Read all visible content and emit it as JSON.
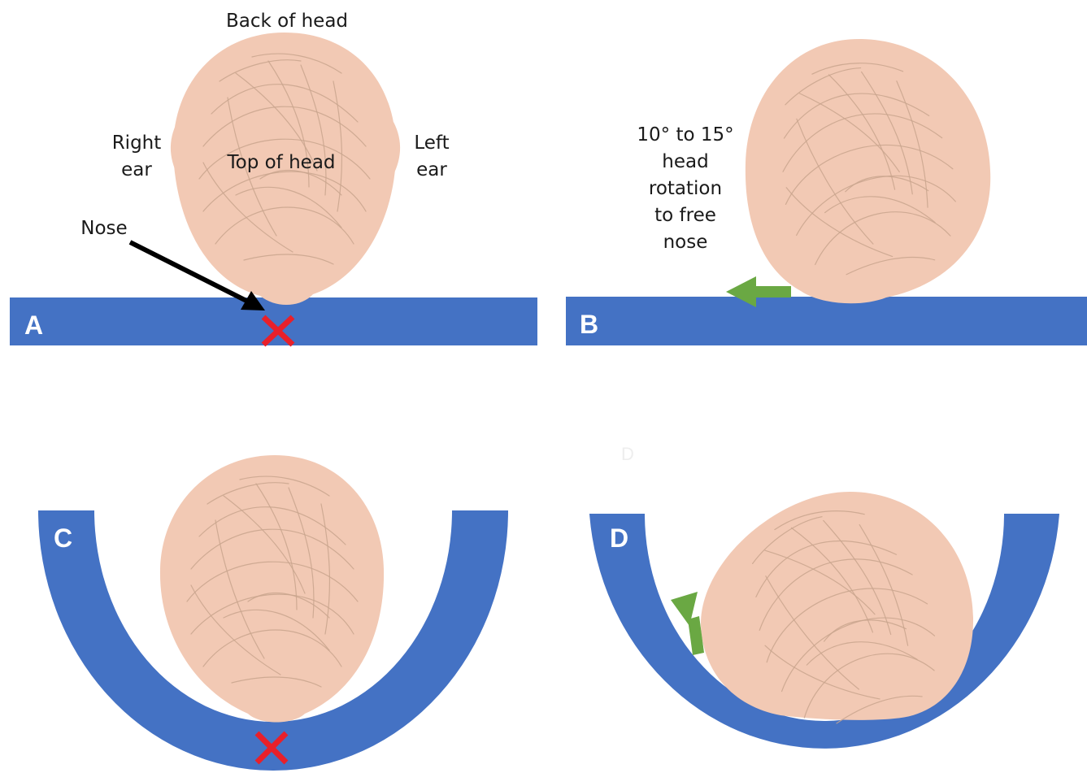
{
  "panels": [
    {
      "id": "A",
      "letter": "A",
      "surface": "flat",
      "labels": {
        "back_of_head": "Back of head",
        "right_ear_1": "Right",
        "right_ear_2": "ear",
        "left_ear_1": "Left",
        "left_ear_2": "ear",
        "top_of_head": "Top of head",
        "nose": "Nose"
      },
      "marker": "red-x"
    },
    {
      "id": "B",
      "letter": "B",
      "surface": "flat",
      "labels": {
        "line1": "10° to 15°",
        "line2": "head",
        "line3": "rotation",
        "line4": "to free",
        "line5": "nose"
      },
      "marker": "green-arrow"
    },
    {
      "id": "C",
      "letter": "C",
      "surface": "curved",
      "marker": "red-x"
    },
    {
      "id": "D",
      "letter": "D",
      "faint_letter": "D",
      "surface": "curved",
      "marker": "green-arrow"
    }
  ],
  "colors": {
    "surface": "#4472c4",
    "head": "#f2c9b4",
    "hair": "#c9a48d",
    "x_mark": "#e8202a",
    "arrow_green": "#6aa843",
    "pointer": "#000000"
  }
}
